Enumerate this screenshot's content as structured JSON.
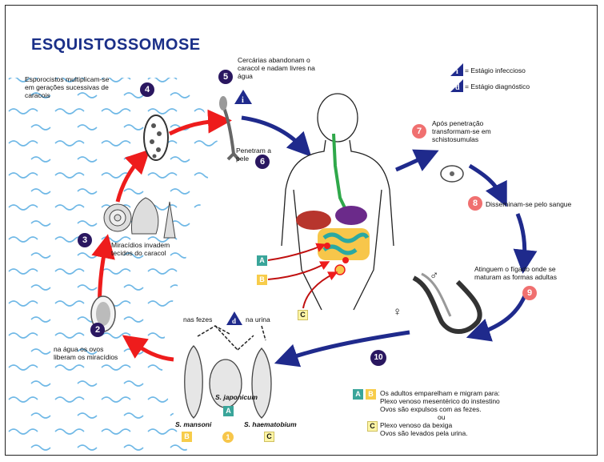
{
  "title": "ESQUISTOSSOMOSE",
  "legend": {
    "infective_letter": "i",
    "infective_label": "= Estágio infeccioso",
    "diagnostic_letter": "d",
    "diagnostic_label": "= Estágio diagnóstico"
  },
  "steps": {
    "s1": {
      "num": "1"
    },
    "s2": {
      "num": "2",
      "text": [
        "na água os ovos",
        "liberam os miracídios"
      ]
    },
    "s3": {
      "num": "3",
      "text": [
        "Miracídios invadem",
        "tecidos do caracol"
      ]
    },
    "s4": {
      "num": "4",
      "text": [
        "Esporocistos multiplicam-se",
        "em gerações sucessivas de",
        "caracois"
      ]
    },
    "s5": {
      "num": "5",
      "text": [
        "Cercárias abandonam o",
        "caracol e nadam livres na",
        "água"
      ]
    },
    "s6": {
      "num": "6",
      "text": [
        "Penetram a",
        "pele"
      ]
    },
    "s7": {
      "num": "7",
      "text": [
        "Após penetração",
        "transformam-se em",
        "schistosumulas"
      ]
    },
    "s8": {
      "num": "8",
      "text": "Disseminam-se pelo sangue"
    },
    "s9": {
      "num": "9",
      "text": [
        "Atinguem o fígado onde se",
        "maturam as formas adultas"
      ]
    },
    "s10": {
      "num": "10"
    }
  },
  "markers": {
    "i": "i",
    "d": "d",
    "a": "A",
    "b": "B",
    "c": "C"
  },
  "eggs": {
    "feces_label": "nas fezes",
    "urine_label": "na urina",
    "mansoni": "S. mansoni",
    "japonicum": "S. japonicum",
    "haematobium": "S. haematobium"
  },
  "sex": {
    "female": "♀",
    "male": "♂"
  },
  "note": {
    "ab_line1": "Os adultos emparelham e migram para:",
    "ab_line2": "Plexo venoso mesentérico do instestino",
    "ab_line3": "Ovos são expulsos com as fezes.",
    "or": "ou",
    "c_line1": "Plexo venoso da bexiga",
    "c_line2": "Ovos são levados pela urina."
  },
  "colors": {
    "title": "#1a2f88",
    "dark_step": "#2a1760",
    "red_step": "#f07070",
    "red_arrow": "#ee1c1c",
    "blue_arrow": "#1f2a8c",
    "water": "#6fb8e6",
    "marker_a": "#3aa59a",
    "marker_b": "#f7cc4a",
    "marker_c": "#fdf5a6"
  }
}
